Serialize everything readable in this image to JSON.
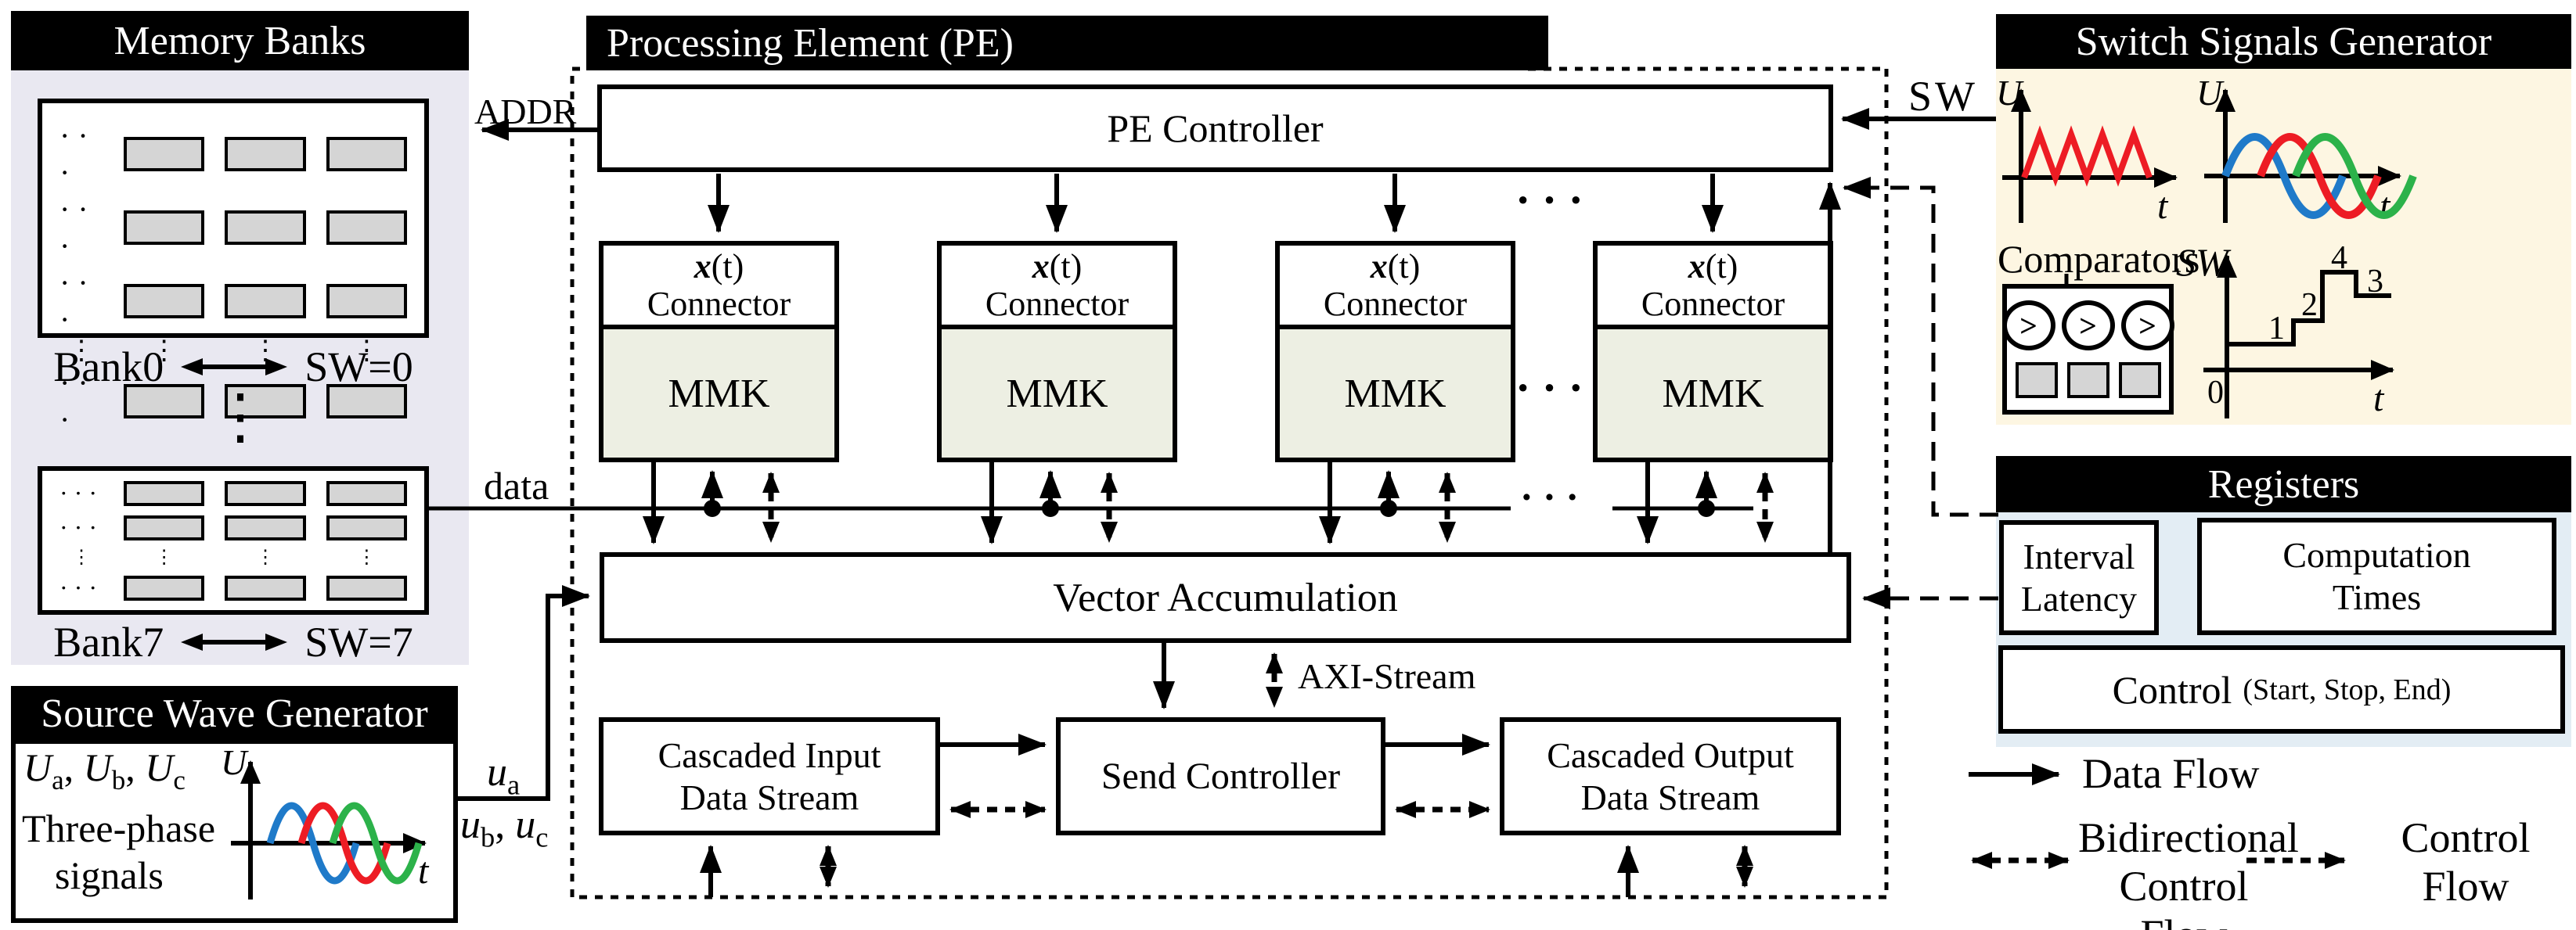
{
  "memory_banks": {
    "title": "Memory Banks",
    "row_dots": "· · ·",
    "vdots": "⋮",
    "banks": [
      {
        "label": "Bank0",
        "sw": "SW=0"
      },
      {
        "label": "Bank7",
        "sw": "SW=7"
      }
    ]
  },
  "pe": {
    "title": "Processing Element (PE)",
    "controller": "PE Controller",
    "addr": "ADDR",
    "data": "data",
    "sw": "SW",
    "dots": "· · ·",
    "connector": {
      "x": "x",
      "t": "(t)",
      "line2": "Connector",
      "mmk": "MMK"
    },
    "va": "Vector Accumulation",
    "axi": "AXI-Stream",
    "ci": [
      "Cascaded Input",
      "Data Stream"
    ],
    "send": "Send Controller",
    "co": [
      "Cascaded Output",
      "Data Stream"
    ]
  },
  "ssg": {
    "title": "Switch Signals Generator",
    "u": "U",
    "t": "t",
    "comparators": "Comparators",
    "gt": ">",
    "sw": "SW",
    "steps": {
      "s0": "0",
      "s1": "1",
      "s2": "2",
      "s3": "3",
      "s4": "4"
    }
  },
  "registers": {
    "title": "Registers",
    "interval": [
      "Interval",
      "Latency"
    ],
    "computation": [
      "Computation",
      "Times"
    ],
    "control": "Control",
    "control_args": "(Start, Stop, End)"
  },
  "swg": {
    "title": "Source Wave Generator",
    "v": "U",
    "sa": "a",
    "sb": "b",
    "sc": "c",
    "sep": ",",
    "desc": [
      "Three-phase",
      "signals"
    ],
    "u": "U",
    "t": "t"
  },
  "wires": {
    "u": "u",
    "sa": "a",
    "sb": "b",
    "sc": "c",
    "sep": ","
  },
  "legend": {
    "data_flow": "Data Flow",
    "bidirectional": [
      "Bidirectional",
      "Control Flow"
    ],
    "control_flow": [
      "Control",
      "Flow"
    ]
  },
  "colors": {
    "red": "#ed1c24",
    "blue": "#1f7ac9",
    "green": "#2cb24a",
    "cream": "#fdf6e2",
    "lavender": "#e9e8f1",
    "lightblue": "#e3edf4",
    "mmk": "#edefe3",
    "cell": "#d5d5d5"
  }
}
